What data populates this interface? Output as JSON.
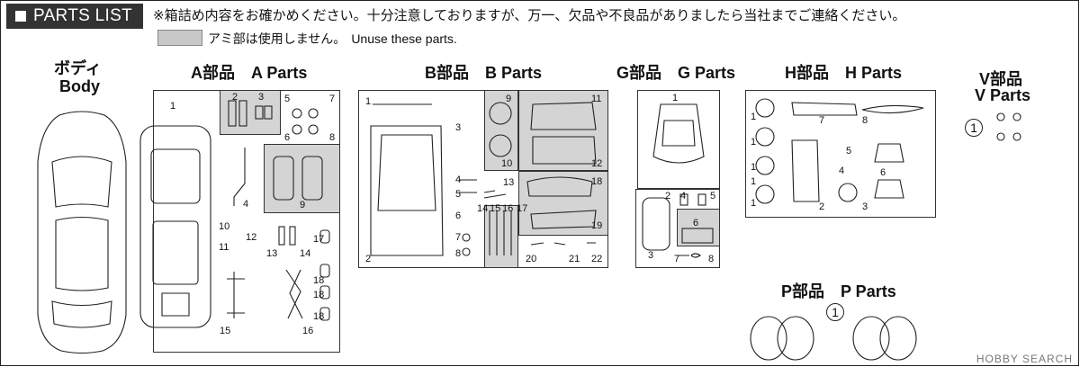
{
  "header": {
    "title": "PARTS LIST",
    "notice": "※箱詰め内容をお確かめください。十分注意しておりますが、万一、欠品や不良品がありましたら当社までご連絡ください。",
    "unused_note_ja": "アミ部は使用しません。",
    "unused_note_en": "Unuse these parts."
  },
  "groups": {
    "body": {
      "ja": "ボディ",
      "en": "Body"
    },
    "a": {
      "label": "A部品　A Parts",
      "numbers": [
        "1",
        "2",
        "3",
        "4",
        "5",
        "6",
        "7",
        "8",
        "9",
        "10",
        "11",
        "12",
        "13",
        "14",
        "15",
        "16",
        "17",
        "18",
        "18",
        "18"
      ]
    },
    "b": {
      "label": "B部品　B Parts",
      "numbers": [
        "1",
        "2",
        "3",
        "4",
        "5",
        "6",
        "7",
        "8",
        "9",
        "10",
        "11",
        "12",
        "13",
        "14",
        "15",
        "16",
        "17",
        "18",
        "19",
        "20",
        "21",
        "22"
      ]
    },
    "g": {
      "label": "G部品　G Parts",
      "numbers": [
        "1",
        "2",
        "3",
        "4",
        "5",
        "6",
        "7",
        "8"
      ]
    },
    "h": {
      "label": "H部品　H Parts",
      "numbers": [
        "1",
        "1",
        "1",
        "1",
        "1",
        "2",
        "3",
        "4",
        "5",
        "6",
        "7",
        "8"
      ]
    },
    "v": {
      "label_ja": "V部品",
      "label_en": "V Parts",
      "circle": "1"
    },
    "p": {
      "label": "P部品　P Parts",
      "circle": "1"
    }
  },
  "watermark": "HOBBY SEARCH"
}
